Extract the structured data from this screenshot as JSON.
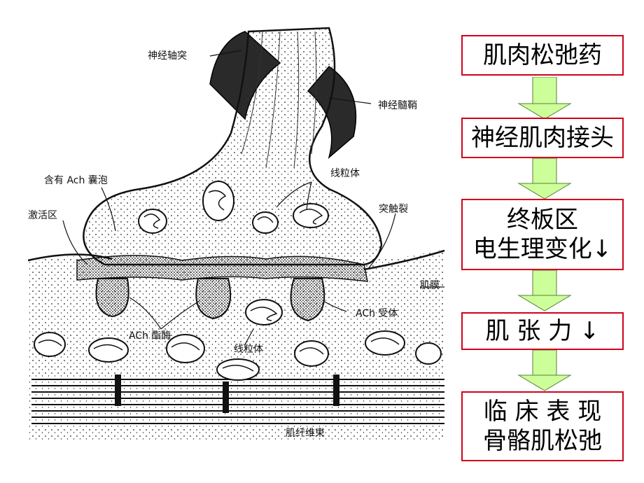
{
  "diagram": {
    "labels": {
      "axon": "神经轴突",
      "myelin": "神经髓鞘",
      "vesicles": "含有 Ach 囊泡",
      "mito_top": "线粒体",
      "active_zone": "激活区",
      "synaptic_cleft": "突触裂",
      "membrane": "肌膜",
      "receptor": "ACh 受体",
      "enzyme": "ACh 酯酶",
      "mito_bottom": "线粒体",
      "fiber": "肌纤维束"
    }
  },
  "flow": {
    "steps": [
      {
        "text": "肌肉松弛药"
      },
      {
        "text": "神经肌肉接头"
      },
      {
        "text": "终板区\n电生理变化↓"
      },
      {
        "text": "肌 张 力 ↓"
      },
      {
        "text": "临 床 表 现\n骨骼肌松弛"
      }
    ],
    "colors": {
      "box_border": "#d0021b",
      "arrow_fill": "#ccff99",
      "arrow_stroke": "#5a7f3a"
    }
  }
}
